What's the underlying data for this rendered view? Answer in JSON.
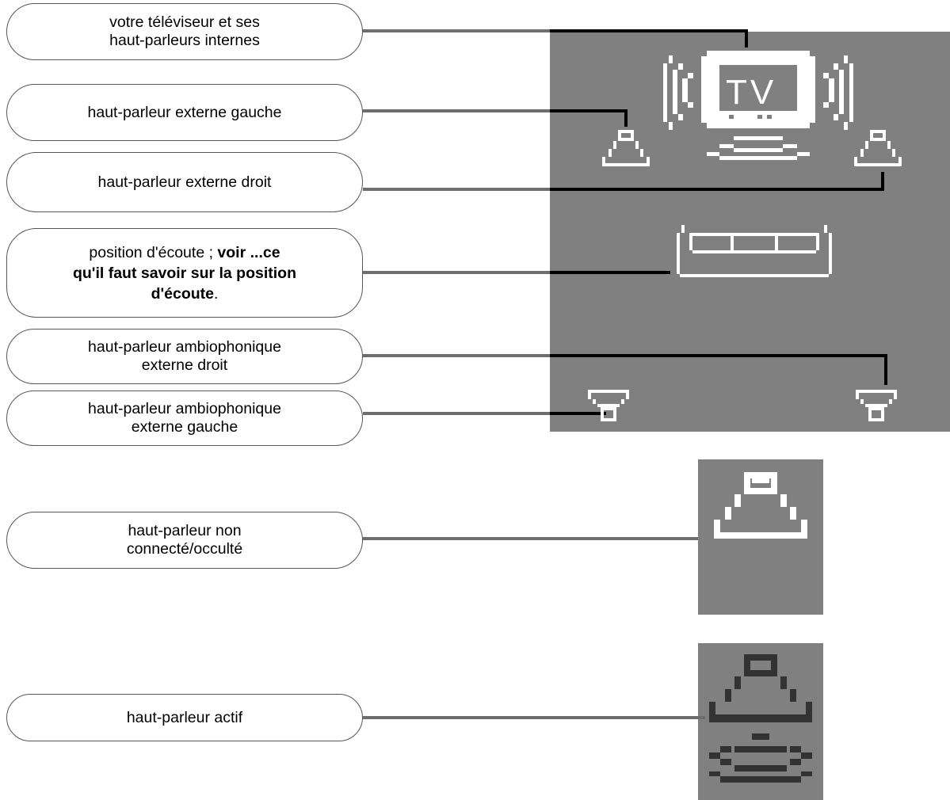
{
  "callouts": {
    "tv": {
      "line1": "votre téléviseur et ses",
      "line2": "haut-parleurs internes"
    },
    "left_speaker": {
      "text": "haut-parleur externe gauche"
    },
    "right_speaker": {
      "text": "haut-parleur externe droit"
    },
    "listening_position": {
      "part1": "position d'écoute ; ",
      "link_part1": "voir ...ce",
      "link_part2": "qu'il faut savoir sur la position",
      "link_part3": "d'écoute",
      "end": "."
    },
    "surround_right": {
      "line1": "haut-parleur ambiophonique",
      "line2": "externe droit"
    },
    "surround_left": {
      "line1": "haut-parleur ambiophonique",
      "line2": "externe gauche"
    },
    "not_connected": {
      "line1": "haut-parleur non",
      "line2": "connecté/occulté"
    },
    "active": {
      "text": "haut-parleur actif"
    }
  },
  "tv_icon": {
    "label": "TV"
  },
  "colors": {
    "panel": "#808080",
    "icon_light": "#ffffff",
    "icon_dark": "#333333",
    "connector": "#000000",
    "connector_grey": "#6e6e6e"
  }
}
